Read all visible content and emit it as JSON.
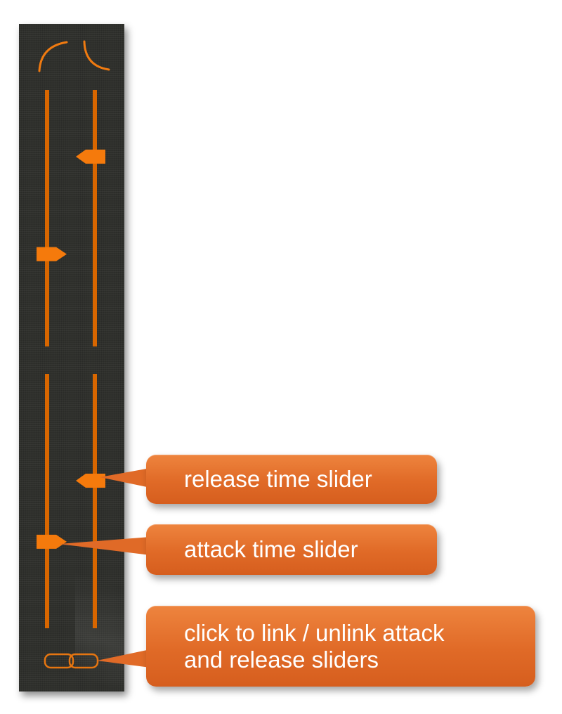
{
  "colors": {
    "accent": "#f07a10",
    "panel": "#2f302c",
    "callout": "#e2702c",
    "callout_text": "#ffffff"
  },
  "icons": {
    "attack_shape": "attack-curve-icon",
    "release_shape": "release-curve-icon",
    "link": "chain-link-icon"
  },
  "callouts": {
    "release": "release time slider",
    "attack": "attack time slider",
    "link": "click to link / unlink attack\nand release sliders"
  },
  "sliders": {
    "upper_attack_level": 0.64,
    "upper_release_level": 0.26,
    "lower_attack_level": 0.66,
    "lower_release_level": 0.42
  }
}
